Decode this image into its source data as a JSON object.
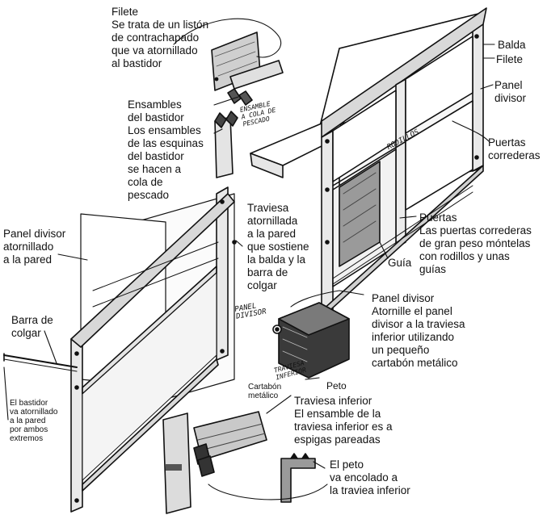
{
  "colors": {
    "ink": "#111111",
    "paper": "#ffffff",
    "hatch": "#3a3a3a",
    "board": "#bdbdbd"
  },
  "labels": {
    "filete_top": [
      "Filete",
      "Se trata de un listón",
      "de contrachapado",
      "que va atornillado",
      "al bastidor"
    ],
    "ensambles": [
      "Ensambles",
      "del bastidor",
      "Los ensambles",
      "de las esquinas",
      "del bastidor",
      "se hacen a",
      "cola de",
      "pescado"
    ],
    "balda": "Balda",
    "filete_right": "Filete",
    "panel_divisor_right": [
      "Panel",
      "divisor"
    ],
    "puertas_correderas": [
      "Puertas",
      "correderas"
    ],
    "puertas": [
      "Puertas",
      "Las puertas correderas",
      "de gran peso móntelas",
      "con rodillos y unas",
      "guías"
    ],
    "guia": "Guía",
    "traviesa_atornillada": [
      "Traviesa",
      "atornillada",
      "a la pared",
      "que sostiene",
      "la balda y la",
      "barra de",
      "colgar"
    ],
    "panel_divisor_left": [
      "Panel divisor",
      "atornillado",
      "a la pared"
    ],
    "panel_divisor_mid": [
      "Panel divisor",
      "Atornille el panel",
      "divisor a la traviesa",
      "inferior utilizando",
      "un pequeño",
      "cartabón metálico"
    ],
    "barra_colgar": [
      "Barra de",
      "colgar"
    ],
    "bastidor": [
      "El bastidor",
      "va atornillado",
      "a la pared",
      "por ambos",
      "extremos"
    ],
    "peto": "Peto",
    "cartabon": [
      "Cartabón",
      "metálico"
    ],
    "traviesa_inferior": [
      "Traviesa inferior",
      "El ensamble de la",
      "traviesa inferior es a",
      "espigas pareadas"
    ],
    "el_peto": [
      "El peto",
      "va encolado a",
      "la traviea inferior"
    ]
  },
  "handwritten": {
    "ensamble_cola": [
      "ENSAMBLE",
      "A COLA DE",
      "PESCADO"
    ],
    "rodillos": "RODILLOS",
    "panel_divisor": [
      "PANEL",
      "DIVISOR"
    ],
    "traviesa_inferior": [
      "TRAVIESA",
      "INFERIOR"
    ]
  }
}
